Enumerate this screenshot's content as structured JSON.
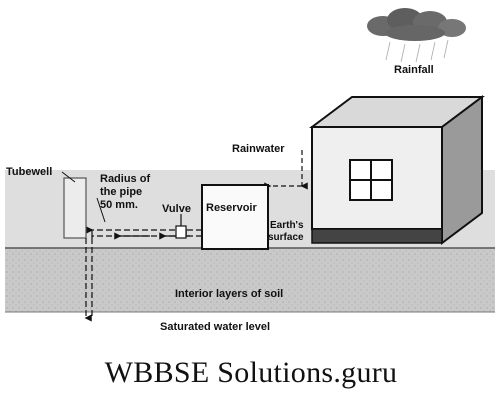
{
  "diagram": {
    "labels": {
      "rainfall": "Rainfall",
      "rainwater": "Rainwater",
      "tubewell": "Tubewell",
      "radius_line1": "Radius of",
      "radius_line2": "the pipe",
      "radius_line3": "50 mm.",
      "valve": "Vulve",
      "reservoir": "Reservoir",
      "earths_line1": "Earth's",
      "earths_line2": "surface",
      "interior_layers": "Interior layers of soil",
      "saturated_level": "Saturated water level"
    },
    "colors": {
      "ink": "#111111",
      "ground": "#cfcfcf",
      "soil_band": "#b5b5b5",
      "house_wall": "#efefef",
      "house_roof": "#d9d9d9",
      "house_side": "#9a9a9a",
      "cloud": "#6a6a6a"
    }
  },
  "caption": {
    "text": "WBBSE Solutions.guru"
  }
}
